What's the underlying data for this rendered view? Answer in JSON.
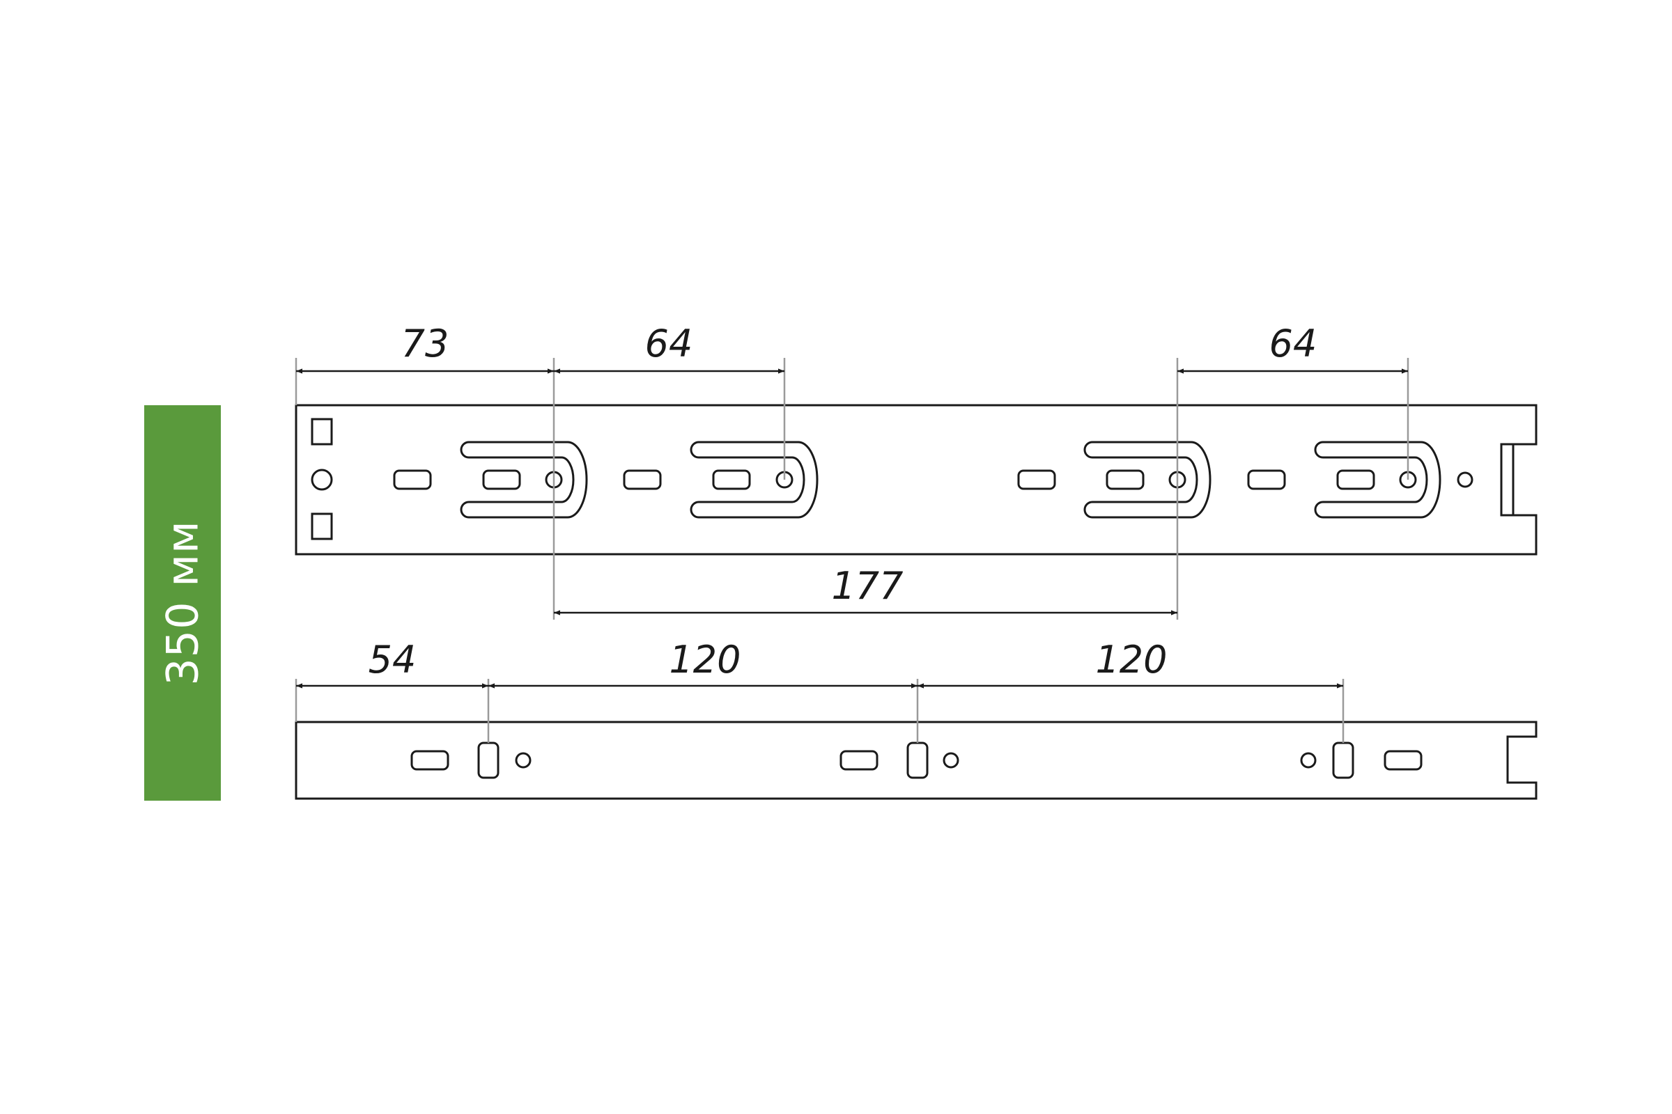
{
  "badge": {
    "label": "350 мм",
    "color": "#5a9a3c"
  },
  "dimensions": {
    "top": [
      "73",
      "64",
      "64"
    ],
    "middle": "177",
    "bottom": [
      "54",
      "120",
      "120"
    ]
  },
  "colors": {
    "line": "#1a1a1a",
    "leader": "#9a9a9a",
    "background": "#ffffff"
  }
}
